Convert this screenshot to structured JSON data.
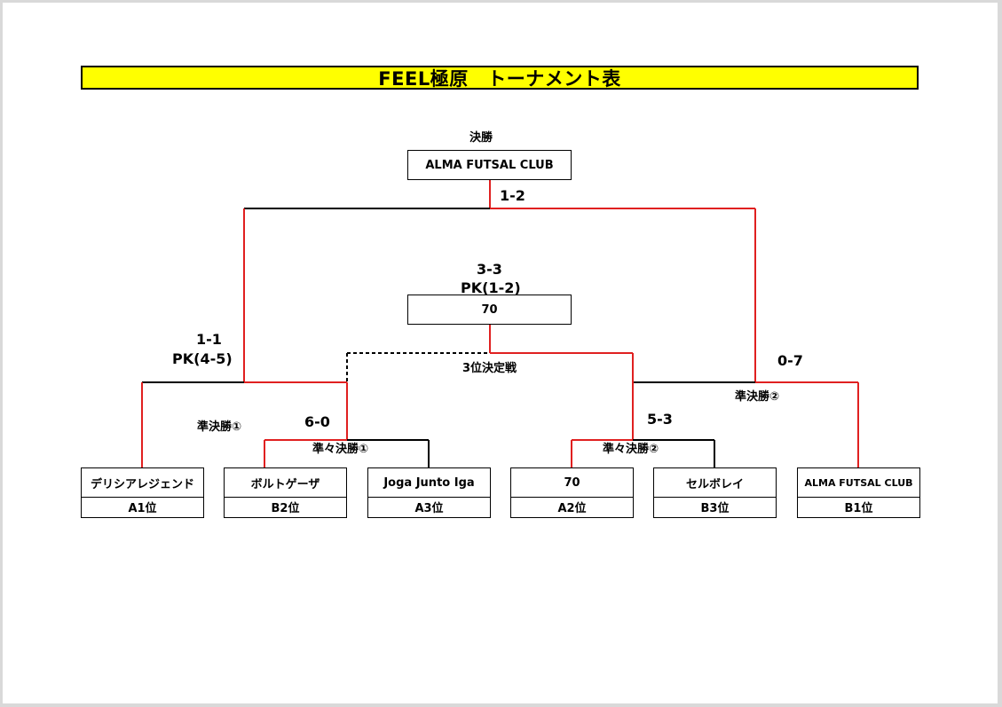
{
  "title": "FEEL極原　トーナメント表",
  "final": {
    "label": "決勝",
    "winner": "ALMA FUTSAL CLUB",
    "score": "1-2"
  },
  "third_place": {
    "label": "3位決定戦",
    "score": "3-3",
    "pk": "PK(1-2)",
    "winner": "70"
  },
  "semifinals": [
    {
      "label": "準決勝①",
      "score": "1-1",
      "pk": "PK(4-5)"
    },
    {
      "label": "準決勝②",
      "score": "0-7"
    }
  ],
  "quarterfinals": [
    {
      "label": "準々決勝①",
      "score": "6-0"
    },
    {
      "label": "準々決勝②",
      "score": "5-3"
    }
  ],
  "teams": [
    {
      "name": "デリシアレジェンド",
      "rank": "A1位"
    },
    {
      "name": "ボルトゲーザ",
      "rank": "B2位"
    },
    {
      "name": "Joga Junto Iga",
      "rank": "A3位"
    },
    {
      "name": "70",
      "rank": "A2位"
    },
    {
      "name": "セルボレイ",
      "rank": "B3位"
    },
    {
      "name": "ALMA FUTSAL CLUB",
      "rank": "B1位"
    }
  ],
  "colors": {
    "title_bg": "#ffff00",
    "winner_line": "#e02020",
    "line": "#000000"
  }
}
